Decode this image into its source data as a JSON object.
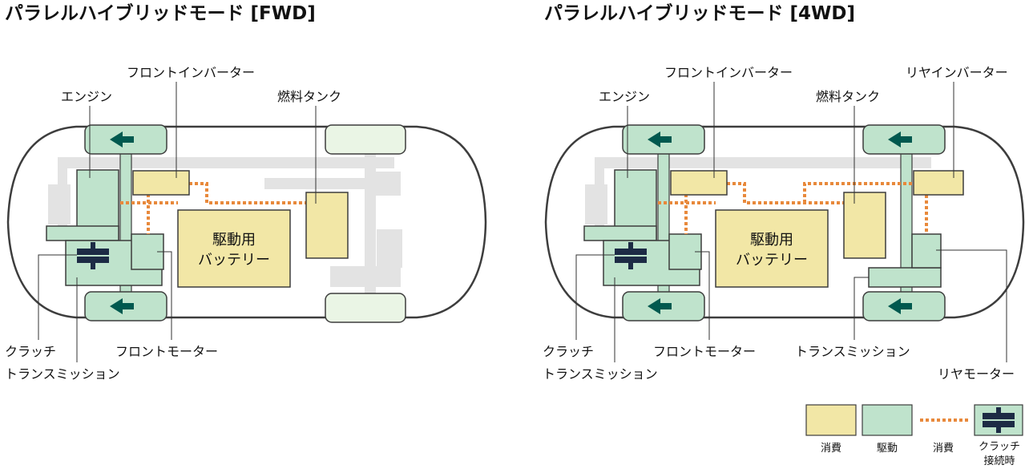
{
  "colors": {
    "consume": "#f2e7a6",
    "drive": "#bfe3cc",
    "outline": "#3d3d3d",
    "arrow": "#00594f",
    "flow": "#e8893b",
    "frame": "#e3e3e3",
    "clutch": "#1d2b45"
  },
  "fwd": {
    "title": "パラレルハイブリッドモード [FWD]",
    "labels": {
      "engine": "エンジン",
      "front_inverter": "フロントインバーター",
      "fuel_tank": "燃料タンク",
      "clutch": "クラッチ",
      "transmission": "トランスミッション",
      "front_motor": "フロントモーター",
      "battery_line1": "駆動用",
      "battery_line2": "バッテリー"
    }
  },
  "awd": {
    "title": "パラレルハイブリッドモード [4WD]",
    "labels": {
      "engine": "エンジン",
      "front_inverter": "フロントインバーター",
      "fuel_tank": "燃料タンク",
      "rear_inverter": "リヤインバーター",
      "clutch": "クラッチ",
      "transmission": "トランスミッション",
      "front_motor": "フロントモーター",
      "rear_transmission": "トランスミッション",
      "rear_motor": "リヤモーター",
      "battery_line1": "駆動用",
      "battery_line2": "バッテリー"
    }
  },
  "legend": {
    "consume": "消費",
    "drive": "駆動",
    "flow_consume": "消費",
    "clutch_line1": "クラッチ",
    "clutch_line2": "接続時"
  }
}
